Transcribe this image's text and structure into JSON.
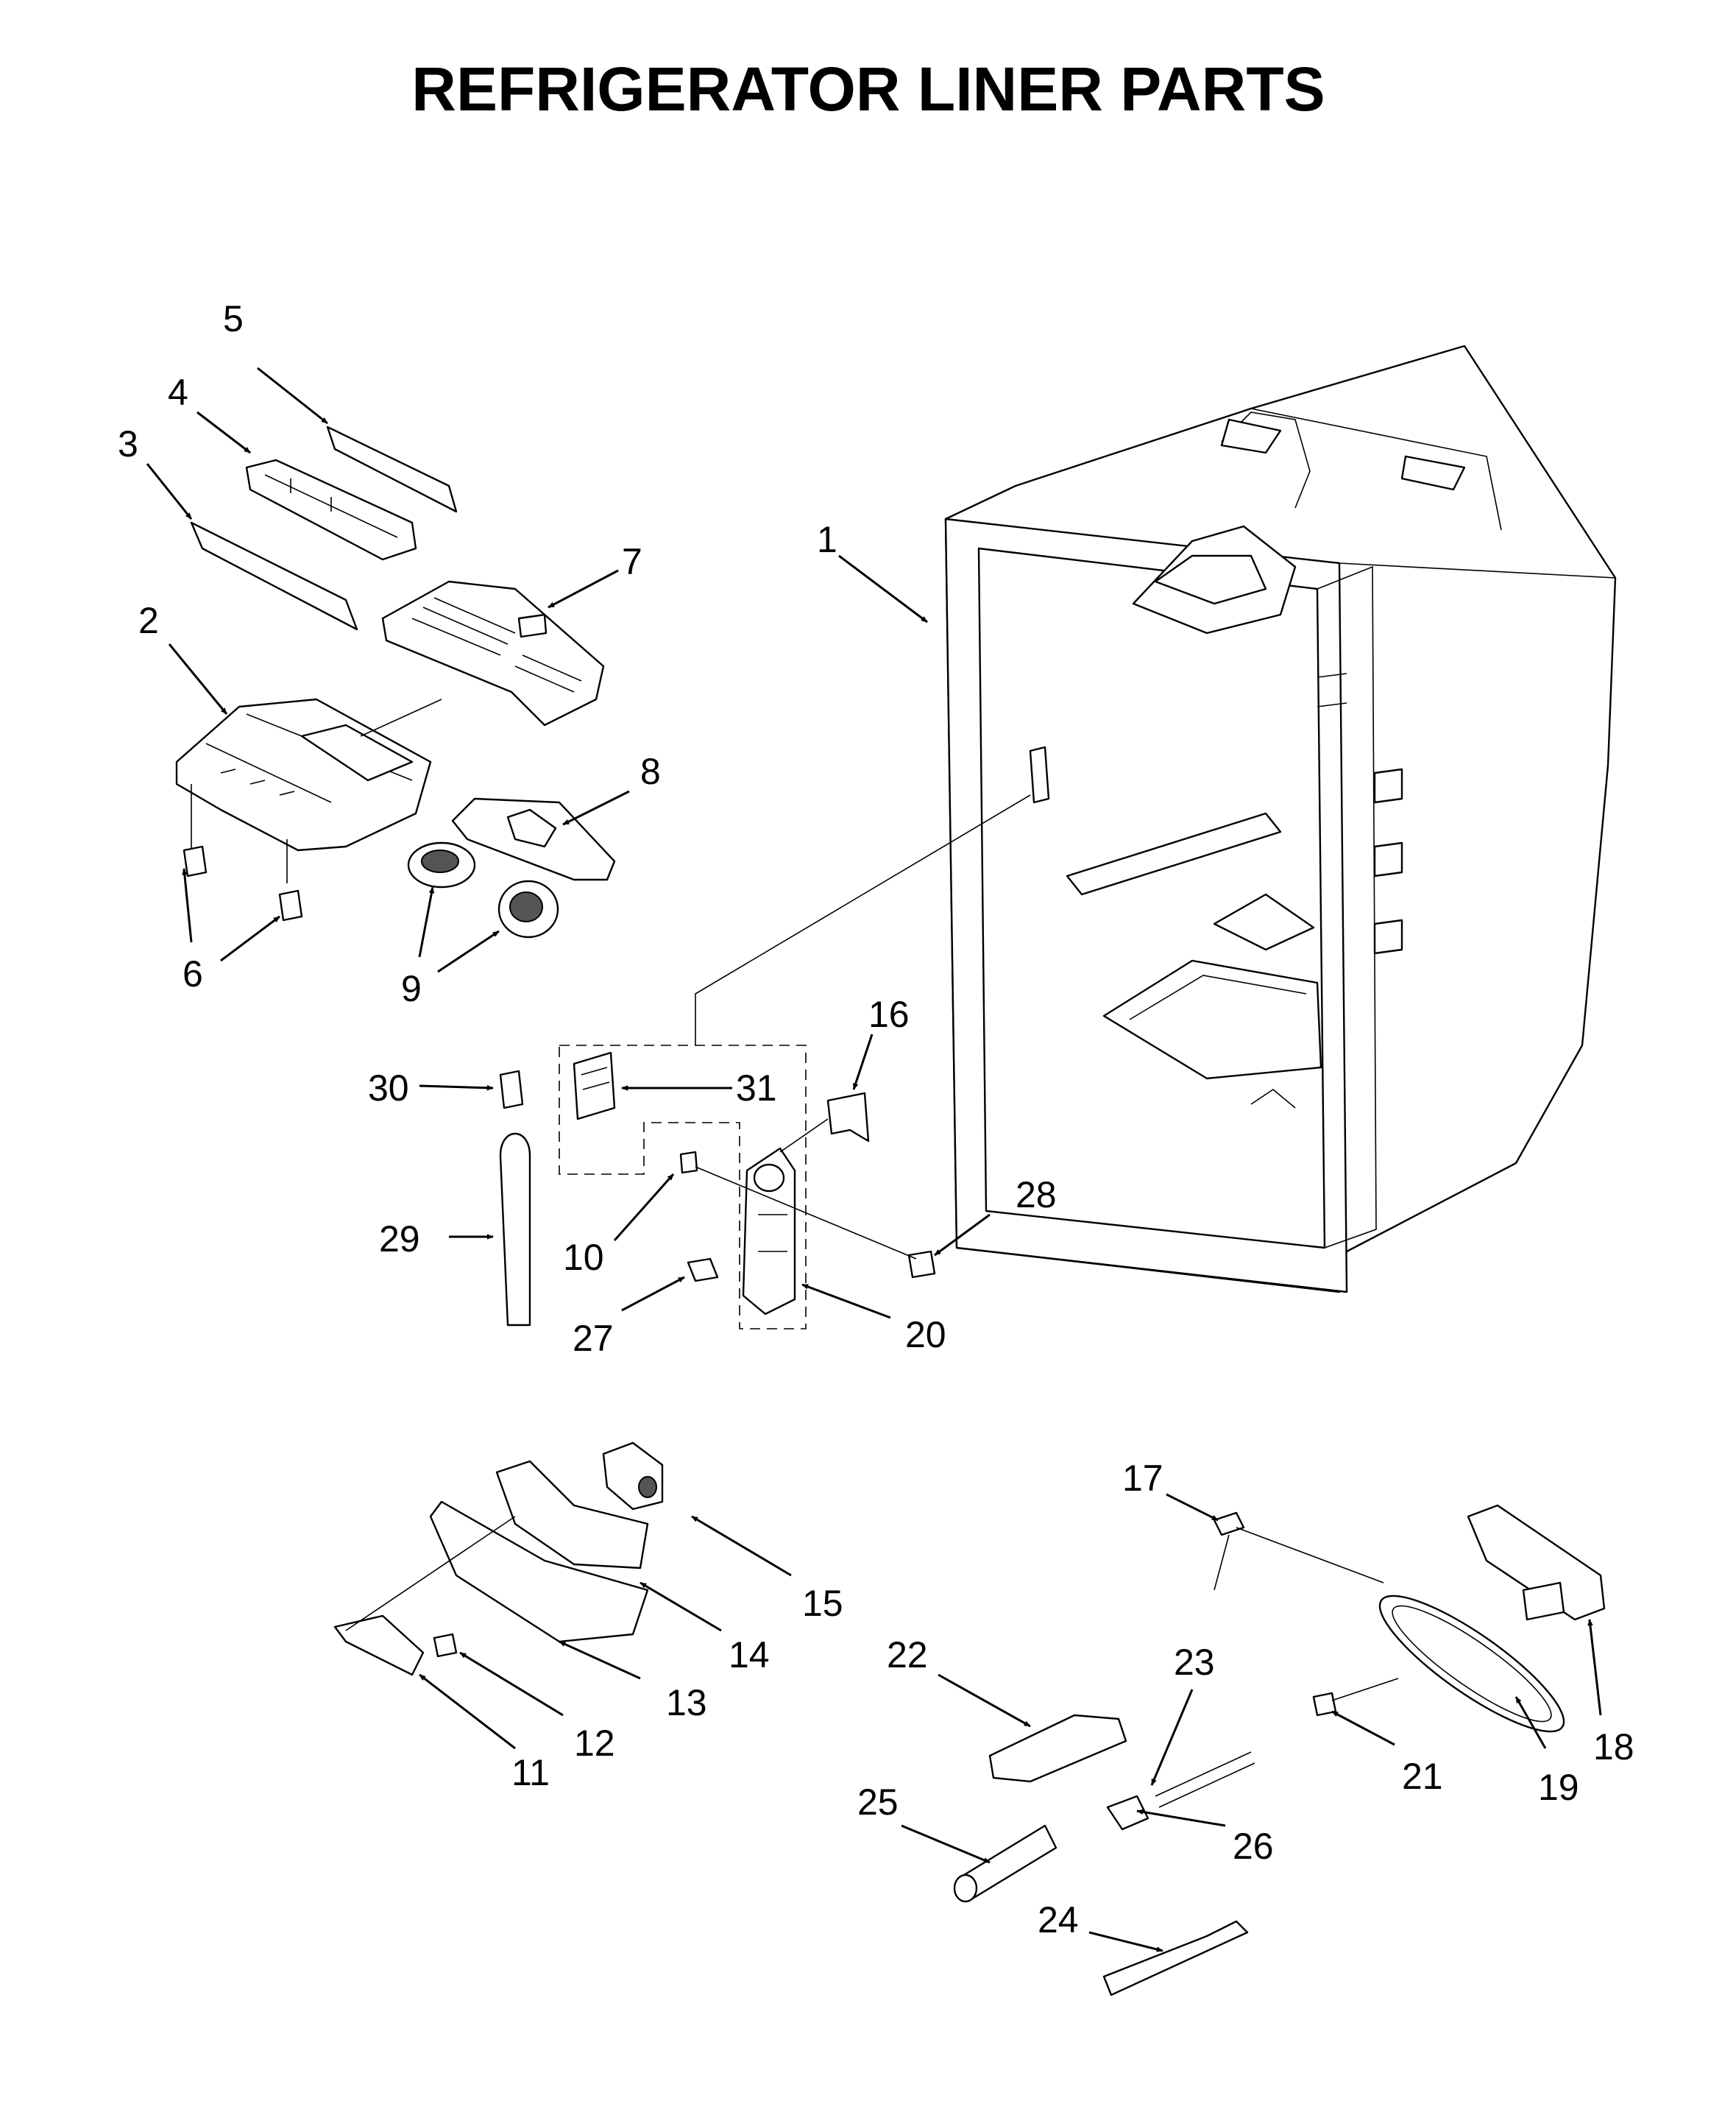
{
  "title": "REFRIGERATOR LINER PARTS",
  "callouts": [
    {
      "id": "1",
      "label": "1"
    },
    {
      "id": "2",
      "label": "2"
    },
    {
      "id": "3",
      "label": "3"
    },
    {
      "id": "4",
      "label": "4"
    },
    {
      "id": "5",
      "label": "5"
    },
    {
      "id": "6",
      "label": "6"
    },
    {
      "id": "7",
      "label": "7"
    },
    {
      "id": "8",
      "label": "8"
    },
    {
      "id": "9",
      "label": "9"
    },
    {
      "id": "10",
      "label": "10"
    },
    {
      "id": "11",
      "label": "11"
    },
    {
      "id": "12",
      "label": "12"
    },
    {
      "id": "13",
      "label": "13"
    },
    {
      "id": "14",
      "label": "14"
    },
    {
      "id": "15",
      "label": "15"
    },
    {
      "id": "16",
      "label": "16"
    },
    {
      "id": "17",
      "label": "17"
    },
    {
      "id": "18",
      "label": "18"
    },
    {
      "id": "19",
      "label": "19"
    },
    {
      "id": "20",
      "label": "20"
    },
    {
      "id": "21",
      "label": "21"
    },
    {
      "id": "22",
      "label": "22"
    },
    {
      "id": "23",
      "label": "23"
    },
    {
      "id": "24",
      "label": "24"
    },
    {
      "id": "25",
      "label": "25"
    },
    {
      "id": "26",
      "label": "26"
    },
    {
      "id": "27",
      "label": "27"
    },
    {
      "id": "28",
      "label": "28"
    },
    {
      "id": "29",
      "label": "29"
    },
    {
      "id": "30",
      "label": "30"
    },
    {
      "id": "31",
      "label": "31"
    }
  ]
}
